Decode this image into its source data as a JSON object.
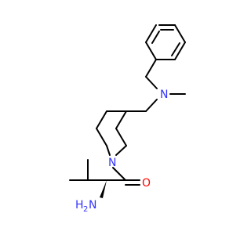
{
  "molecule": {
    "atom_labels": {
      "n_amine": "N",
      "methyl_on_n": "",
      "n_piperidine": "N",
      "o_carbonyl": "O",
      "nh2_h": "H",
      "nh2_sub": "2",
      "nh2_n": "N"
    },
    "colors": {
      "bond": "#000000",
      "nitrogen": "#3333ff",
      "oxygen": "#ff0000"
    }
  }
}
